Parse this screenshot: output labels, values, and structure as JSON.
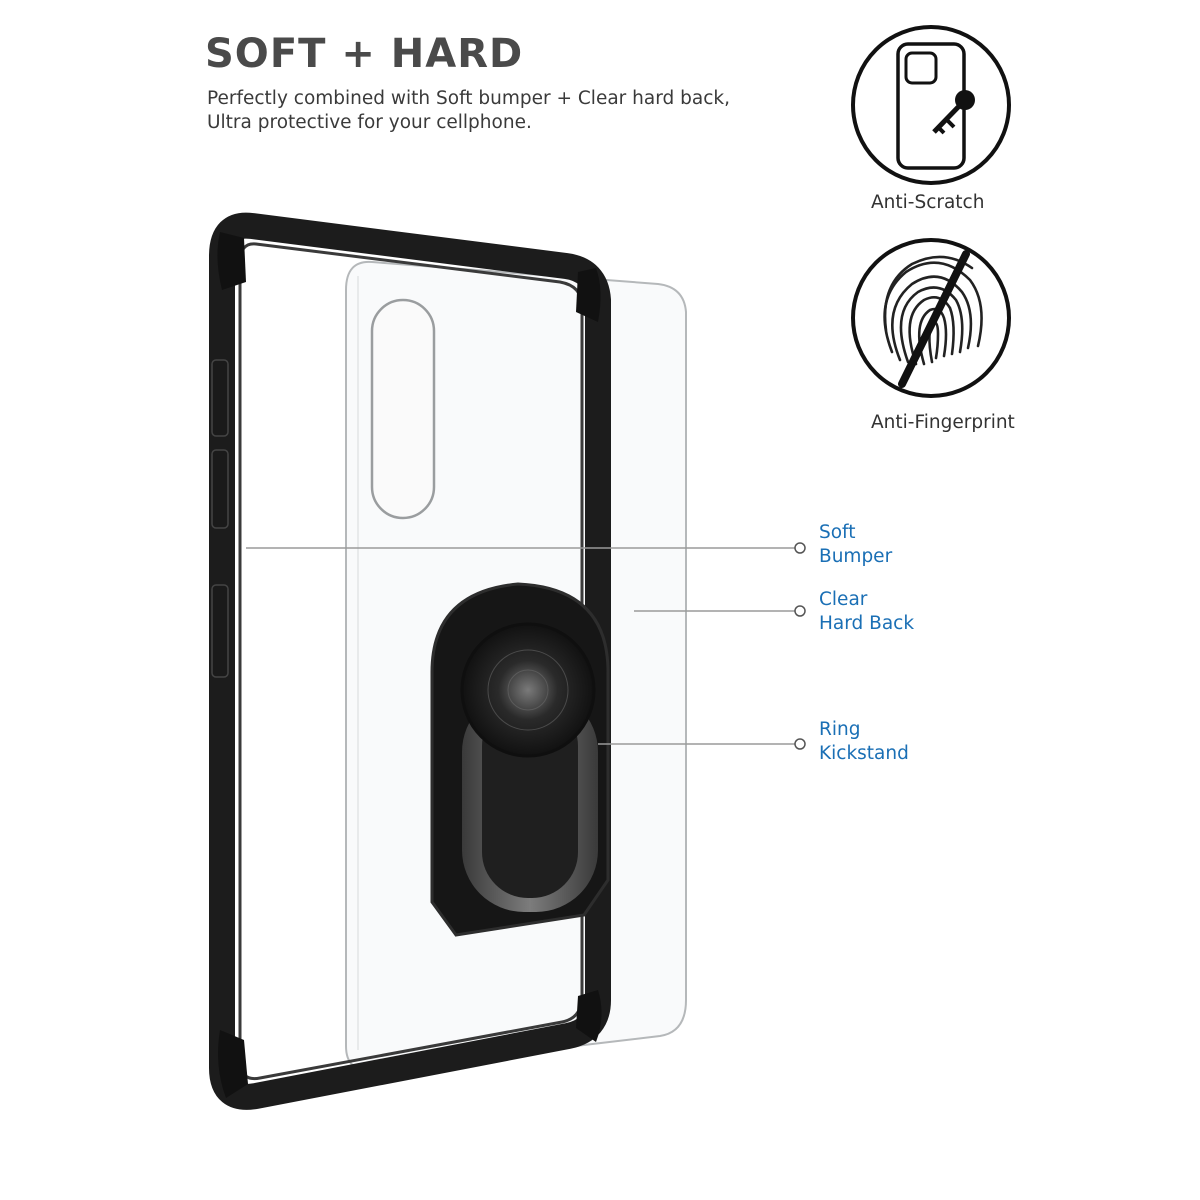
{
  "header": {
    "title": "SOFT + HARD",
    "description_line1": "Perfectly combined with Soft bumper + Clear hard back,",
    "description_line2": "Ultra protective for your cellphone."
  },
  "features": [
    {
      "label": "Anti-Scratch",
      "icon": "scratch-key-icon"
    },
    {
      "label": "Anti-Fingerprint",
      "icon": "no-fingerprint-icon"
    }
  ],
  "callouts": [
    {
      "line1": "Soft",
      "line2": "Bumper"
    },
    {
      "line1": "Clear",
      "line2": "Hard Back"
    },
    {
      "line1": "Ring",
      "line2": "Kickstand"
    }
  ],
  "colors": {
    "title": "#4a4a4a",
    "callout_text": "#1a6fb5",
    "bumper": "#1c1c1c",
    "leader_line": "#9a9a9a"
  }
}
